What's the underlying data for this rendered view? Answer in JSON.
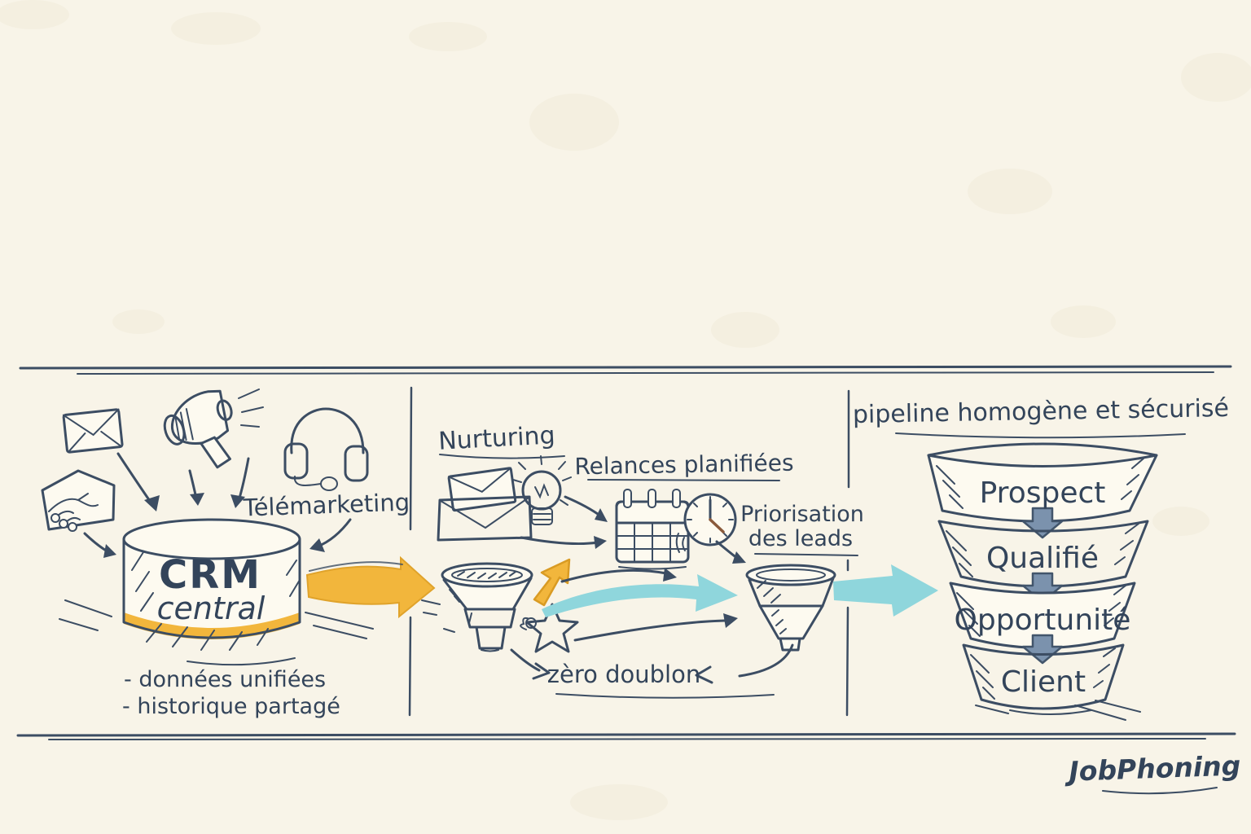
{
  "palette": {
    "background": "#f8f4e8",
    "ink": "#3c4d63",
    "yellow": "#f2b63c",
    "teal": "#7fd3da",
    "steel_arrow": "#7b92ad",
    "white_fill": "#fdfaf0"
  },
  "left_panel": {
    "icons": [
      "envelope-icon",
      "megaphone-icon",
      "headset-icon",
      "handshake-icon"
    ],
    "telemarketing_label": "Télémarketing",
    "crm_title": "CRM",
    "crm_subtitle": "central",
    "bullet1": "- données unifiées",
    "bullet2": "- historique partagé"
  },
  "middle_panel": {
    "nurturing_label": "Nurturing",
    "relances_label": "Relances planifiées",
    "priorisation_line1": "Priorisation",
    "priorisation_line2": "des leads",
    "zero_doublon_label": "zèro doublon",
    "icons": [
      "envelope-letter-icon",
      "lightbulb-icon",
      "calendar-icon",
      "clock-icon",
      "funnel-icon",
      "star-icon"
    ]
  },
  "right_panel": {
    "title": "pipeline homogène et sécurisé",
    "stages": [
      {
        "label": "Prospect",
        "color": "#fdfaf0"
      },
      {
        "label": "Qualifié",
        "color": "#f2b63c"
      },
      {
        "label": "Opportunité",
        "color": "#fdfaf0"
      },
      {
        "label": "Client",
        "color": "#74d2d6"
      }
    ]
  },
  "footer": {
    "brand": "JobPhoning"
  }
}
